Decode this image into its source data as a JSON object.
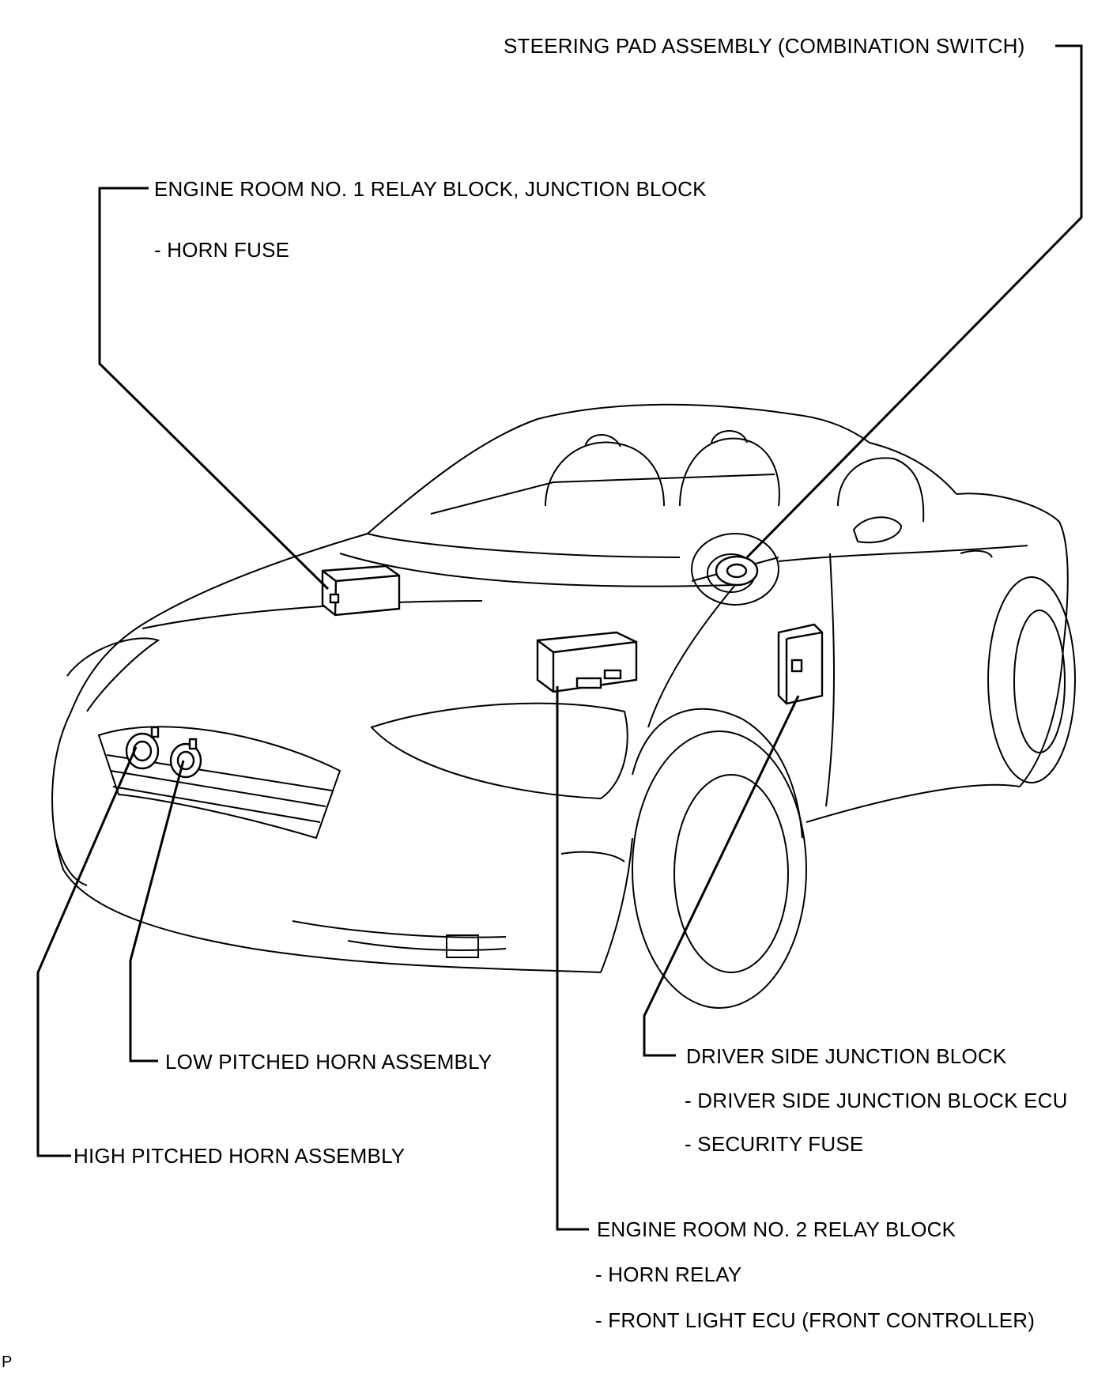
{
  "labels": {
    "steering_pad": "STEERING PAD ASSEMBLY (COMBINATION SWITCH)",
    "engine_room_1": "ENGINE ROOM NO. 1 RELAY BLOCK, JUNCTION BLOCK",
    "engine_room_1_sub1": "- HORN FUSE",
    "low_horn": "LOW PITCHED HORN ASSEMBLY",
    "high_horn": "HIGH PITCHED HORN ASSEMBLY",
    "driver_jb": "DRIVER SIDE JUNCTION BLOCK",
    "driver_jb_sub1": "- DRIVER SIDE JUNCTION BLOCK ECU",
    "driver_jb_sub2": "- SECURITY FUSE",
    "engine_room_2": "ENGINE ROOM NO. 2 RELAY BLOCK",
    "engine_room_2_sub1": "- HORN RELAY",
    "engine_room_2_sub2": "- FRONT LIGHT ECU (FRONT CONTROLLER)",
    "corner_code": "P"
  }
}
